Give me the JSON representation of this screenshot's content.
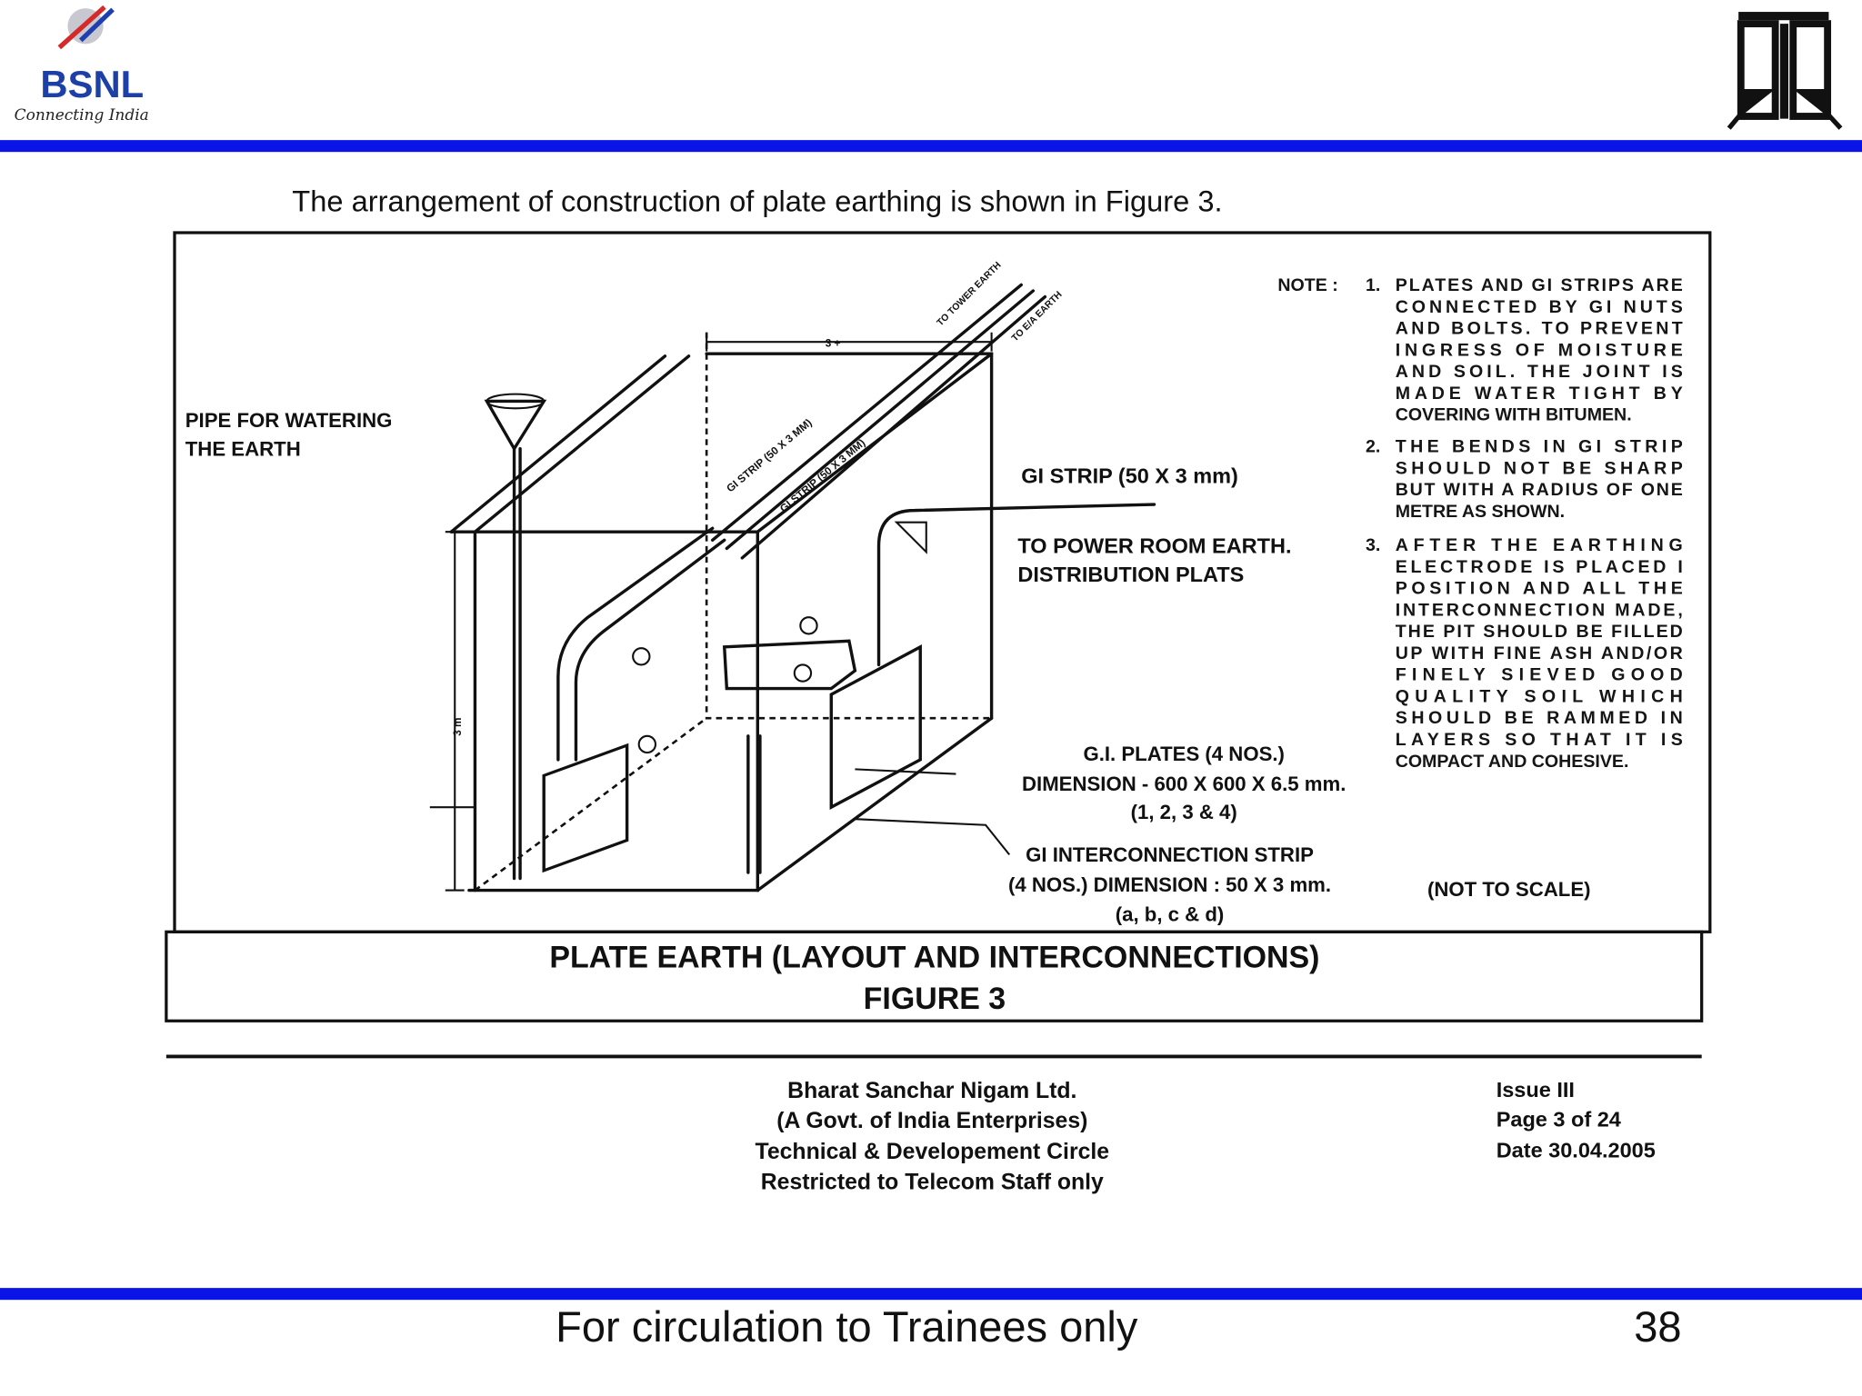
{
  "header": {
    "logo_left": {
      "brand": "BSNL",
      "tagline": "Connecting India"
    },
    "logo_right": "training-centre-emblem",
    "bar_color": "#0a14e6"
  },
  "intro_text": "The arrangement of construction of plate earthing is shown in Figure 3.",
  "figure": {
    "labels": {
      "pipe": [
        "PIPE FOR WATERING",
        "THE EARTH"
      ],
      "gi_strip": "GI STRIP (50 X 3 mm)",
      "power_room": [
        "TO POWER ROOM EARTH.",
        "DISTRIBUTION PLATS"
      ],
      "plates": [
        "G.I. PLATES (4 NOS.)",
        "DIMENSION - 600 X 600 X 6.5 mm.",
        "(1, 2, 3 & 4)"
      ],
      "interconnection": [
        "GI INTERCONNECTION STRIP",
        "(4 NOS.) DIMENSION : 50 X 3 mm.",
        "(a, b, c & d)"
      ],
      "not_to_scale": "(NOT TO SCALE)",
      "strip_1": "GI STRIP (50 X 3 MM)",
      "strip_2": "GI STRIP (50 X 3 MM)",
      "to_tower": "TO TOWER EARTH",
      "to_ea": "TO E/A EARTH",
      "dim_top": "3 +",
      "dim_side": "3 m"
    },
    "note_label": "NOTE :",
    "notes": [
      {
        "num": "1.",
        "lines": [
          "PLATES AND GI STRIPS ARE",
          "CONNECTED BY GI NUTS",
          "AND BOLTS. TO PREVENT",
          "INGRESS OF MOISTURE",
          "AND SOIL. THE JOINT IS",
          "MADE WATER TIGHT BY",
          "COVERING WITH BITUMEN."
        ]
      },
      {
        "num": "2.",
        "lines": [
          "THE BENDS IN GI STRIP",
          "SHOULD NOT BE SHARP",
          "BUT WITH A RADIUS OF ONE",
          "METRE AS SHOWN."
        ]
      },
      {
        "num": "3.",
        "lines": [
          "AFTER THE EARTHING",
          "ELECTRODE IS PLACED I",
          "POSITION AND ALL THE",
          "INTERCONNECTION MADE,",
          "THE PIT SHOULD BE FILLED",
          "UP WITH FINE ASH AND/OR",
          "FINELY SIEVED GOOD",
          "QUALITY SOIL WHICH",
          "SHOULD BE RAMMED IN",
          "LAYERS SO THAT IT IS",
          "COMPACT AND COHESIVE."
        ]
      }
    ],
    "caption": [
      "PLATE EARTH (LAYOUT AND INTERCONNECTIONS)",
      "FIGURE 3"
    ]
  },
  "doc_footer": {
    "org": [
      "Bharat Sanchar Nigam Ltd.",
      "(A Govt. of India Enterprises)",
      "Technical & Developement Circle",
      "Restricted to Telecom Staff only"
    ],
    "meta": [
      "Issue III",
      "Page 3 of 24",
      "Date 30.04.2005"
    ]
  },
  "slide_footer": {
    "text": "For circulation to Trainees only",
    "page": "38"
  }
}
